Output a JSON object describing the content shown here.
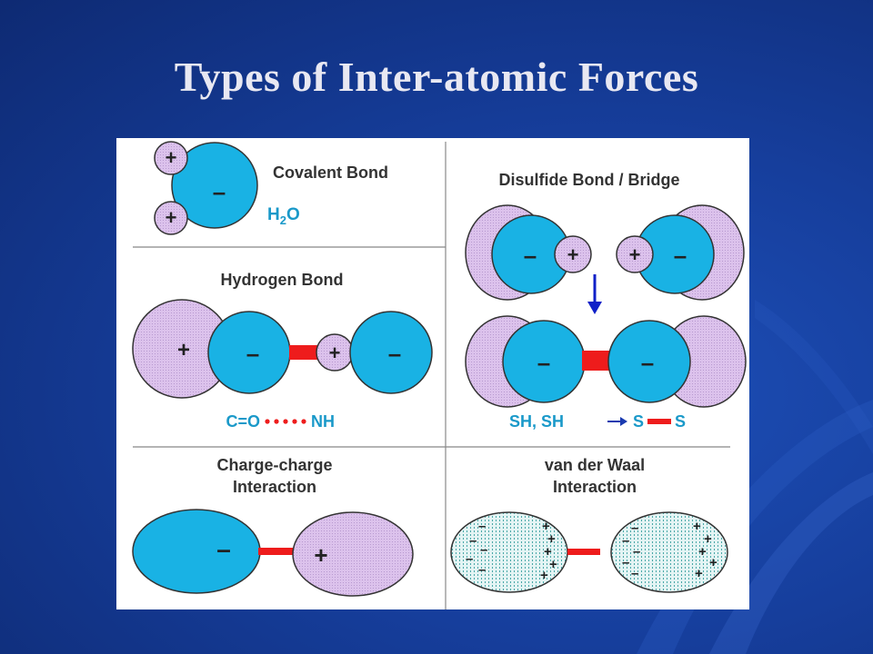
{
  "slide": {
    "title": "Types of Inter-atomic Forces"
  },
  "panels": {
    "covalent": {
      "title": "Covalent Bond",
      "formula_main_1": "H",
      "formula_sub": "2",
      "formula_main_2": "O",
      "charge_plus": "+",
      "charge_minus": "–"
    },
    "hydrogen": {
      "title": "Hydrogen Bond",
      "formula_left": "C=O",
      "formula_right": "NH",
      "charge_plus": "+",
      "charge_minus": "–"
    },
    "disulfide": {
      "title": "Disulfide Bond / Bridge",
      "formula_left": "SH, SH",
      "formula_s1": "S",
      "formula_s2": "S",
      "charge_plus": "+",
      "charge_minus": "–"
    },
    "charge_charge": {
      "title_line1": "Charge-charge",
      "title_line2": "Interaction",
      "charge_plus": "+",
      "charge_minus": "–"
    },
    "van_der_waal": {
      "title_line1": "van der Waal",
      "title_line2": "Interaction",
      "charge_plus": "+",
      "charge_minus": "–"
    }
  },
  "colors": {
    "negative_atom": "#19b2e4",
    "positive_atom": "#dcc2ec",
    "bond": "#ee1c1c",
    "label_blue": "#1a99c9",
    "arrow": "#1020c8",
    "text": "#333333"
  }
}
